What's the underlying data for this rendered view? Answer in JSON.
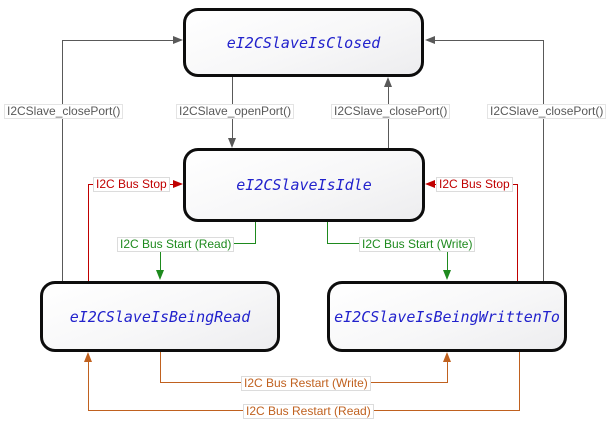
{
  "colors": {
    "state_text": "#2222cc",
    "api": "#595959",
    "stop": "#c00000",
    "start": "#1e8a1e",
    "restart": "#c0611f"
  },
  "states": [
    {
      "id": "closed",
      "label": "eI2CSlaveIsClosed"
    },
    {
      "id": "idle",
      "label": "eI2CSlaveIsIdle"
    },
    {
      "id": "being-read",
      "label": "eI2CSlaveIsBeingRead"
    },
    {
      "id": "being-written-to",
      "label": "eI2CSlaveIsBeingWrittenTo"
    }
  ],
  "transitions": [
    {
      "label": "I2CSlave_closePort()",
      "from": "eI2CSlaveIsBeingRead",
      "to": "eI2CSlaveIsClosed",
      "color": "#595959"
    },
    {
      "label": "I2CSlave_openPort()",
      "from": "eI2CSlaveIsClosed",
      "to": "eI2CSlaveIsIdle",
      "color": "#595959"
    },
    {
      "label": "I2CSlave_closePort()",
      "from": "eI2CSlaveIsIdle",
      "to": "eI2CSlaveIsClosed",
      "color": "#595959"
    },
    {
      "label": "I2CSlave_closePort()",
      "from": "eI2CSlaveIsBeingWrittenTo",
      "to": "eI2CSlaveIsClosed",
      "color": "#595959"
    },
    {
      "label": "I2C Bus Stop",
      "from": "eI2CSlaveIsBeingRead",
      "to": "eI2CSlaveIsIdle",
      "color": "#c00000"
    },
    {
      "label": "I2C Bus Stop",
      "from": "eI2CSlaveIsBeingWrittenTo",
      "to": "eI2CSlaveIsIdle",
      "color": "#c00000"
    },
    {
      "label": "I2C Bus Start (Read)",
      "from": "eI2CSlaveIsIdle",
      "to": "eI2CSlaveIsBeingRead",
      "color": "#1e8a1e"
    },
    {
      "label": "I2C Bus Start (Write)",
      "from": "eI2CSlaveIsIdle",
      "to": "eI2CSlaveIsBeingWrittenTo",
      "color": "#1e8a1e"
    },
    {
      "label": "I2C Bus Restart (Write)",
      "from": "eI2CSlaveIsBeingRead",
      "to": "eI2CSlaveIsBeingWrittenTo",
      "color": "#c0611f"
    },
    {
      "label": "I2C Bus Restart (Read)",
      "from": "eI2CSlaveIsBeingWrittenTo",
      "to": "eI2CSlaveIsBeingRead",
      "color": "#c0611f"
    }
  ]
}
